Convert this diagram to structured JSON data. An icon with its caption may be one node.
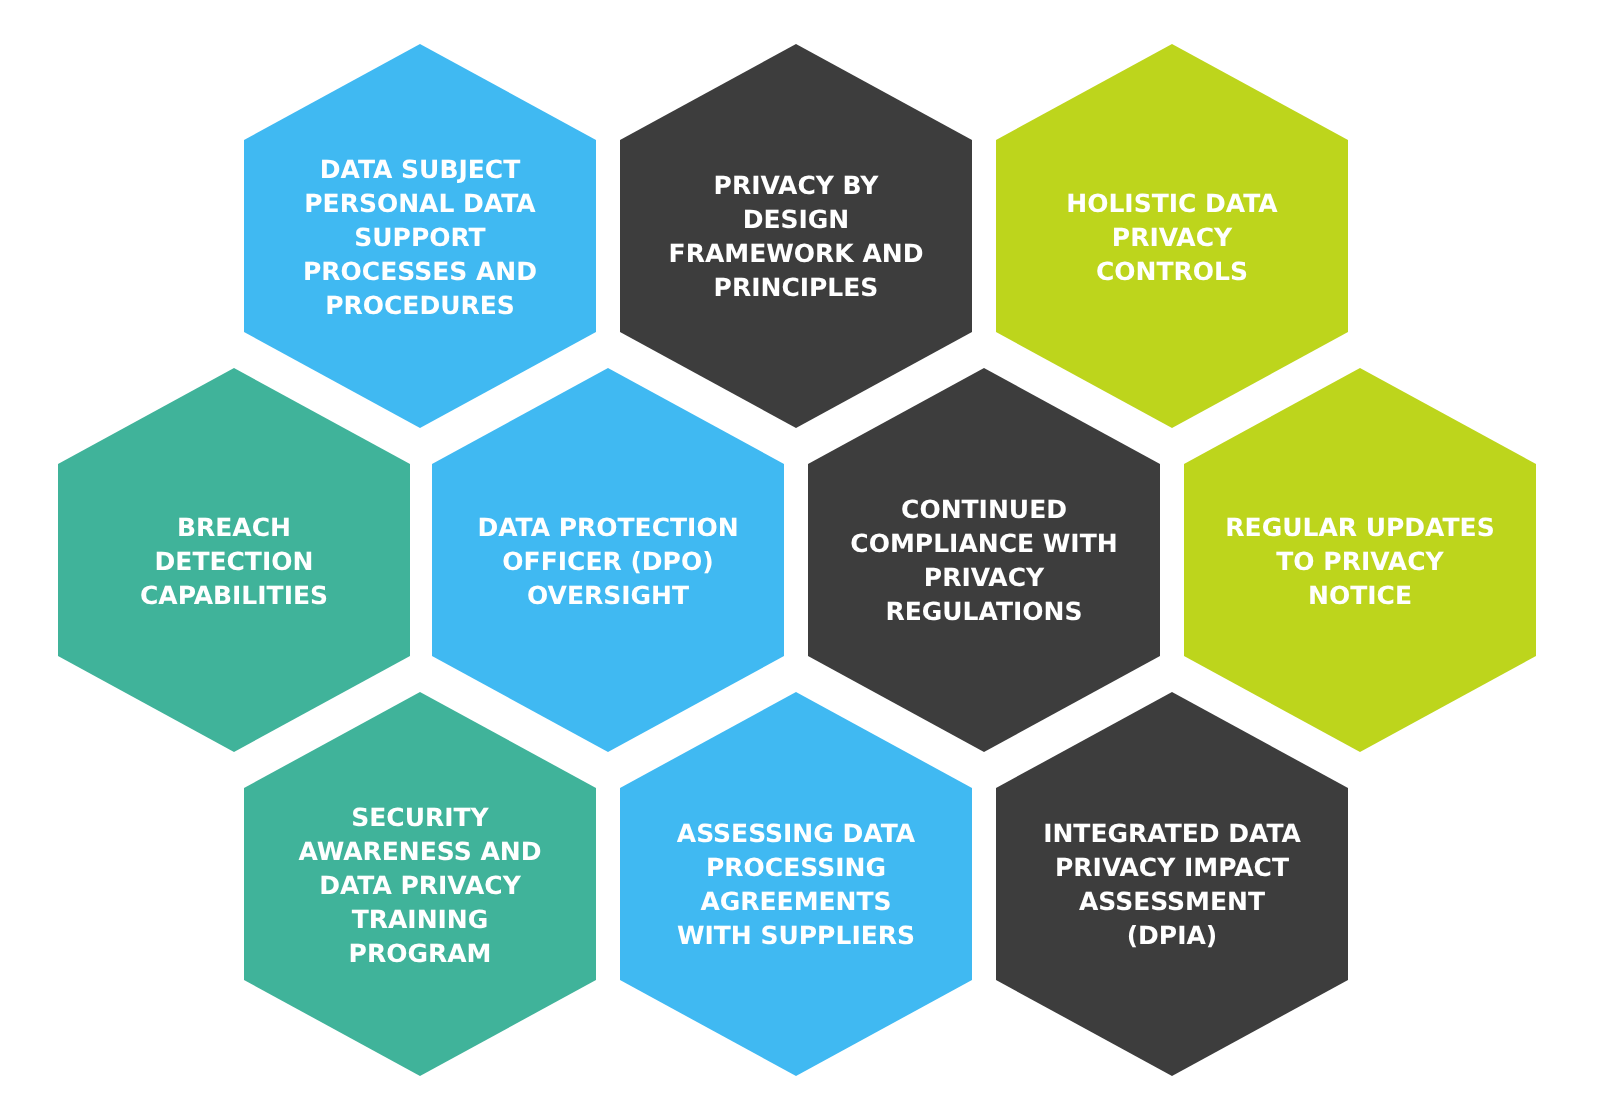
{
  "diagram": {
    "nodes": [
      {
        "text": [
          "DATA SUBJECT PERSONAL DATA SUPPORT PROCESSES AND PROCEDURES"
        ]
      },
      {
        "text": [
          "PRIVACY BY DESIGN FRAMEWORK AND PRINCIPLES"
        ]
      },
      {
        "text": [
          "HOLISTIC DATA PRIVACY CONTROLS"
        ]
      },
      {
        "text": [
          "BREACH DETECTION CAPABILITIES"
        ]
      },
      {
        "text": [
          "DATA PROTECTION OFFICER (DPO) OVERSIGHT"
        ]
      },
      {
        "text": [
          "CONTINUED COMPLIANCE WITH PRIVACY REGULATIONS"
        ]
      },
      {
        "text": [
          "REGULAR UPDATES TO PRIVACY NOTICE"
        ]
      },
      {
        "text": [
          "SECURITY AWARENESS AND DATA PRIVACY TRAINING PROGRAM"
        ]
      },
      {
        "text": [
          "ASSESSING DATA PROCESSING AGREEMENTS WITH SUPPLIERS"
        ]
      },
      {
        "text": [
          "INTEGRATED DATA PRIVACY IMPACT ASSESSMENT (DPIA)"
        ]
      }
    ]
  }
}
